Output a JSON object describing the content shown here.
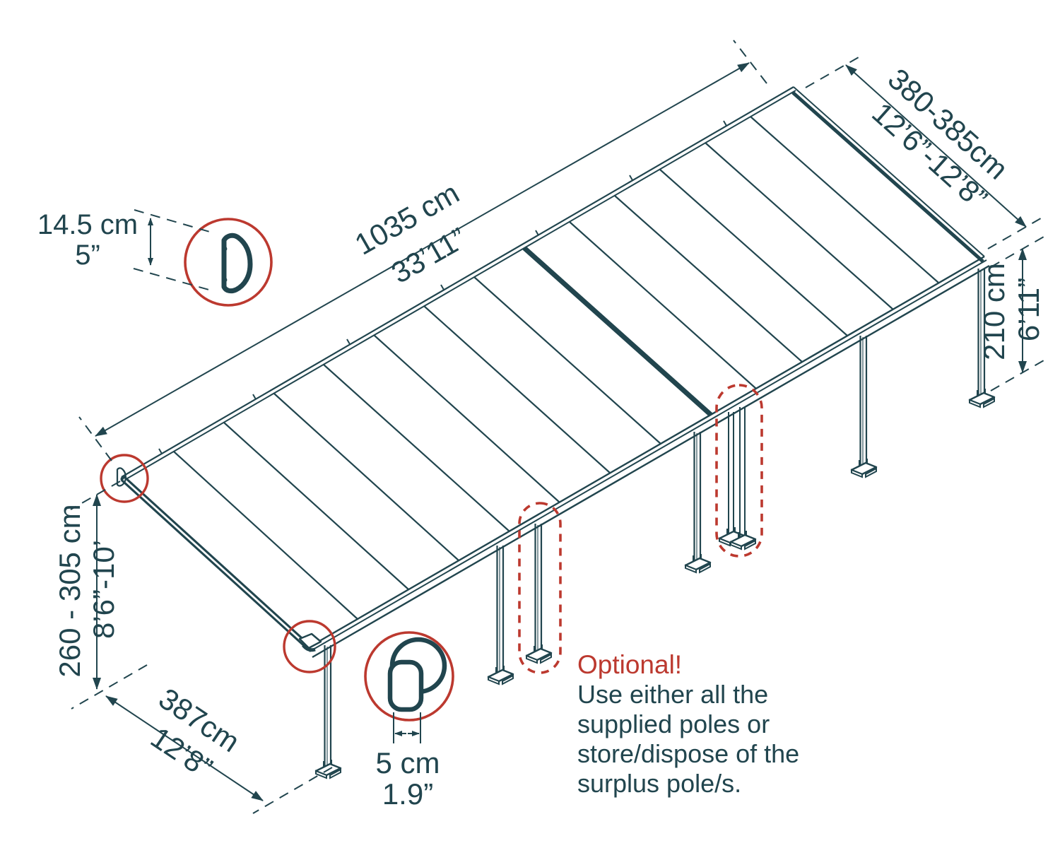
{
  "colors": {
    "ink": "#21454e",
    "red": "#bc392f"
  },
  "dimensions": {
    "length": {
      "metric": "1035 cm",
      "imperial": "33’11”"
    },
    "width": {
      "metric": "380-385cm",
      "imperial": "12’6”-12’8”"
    },
    "post_height": {
      "metric": "210 cm",
      "imperial": "6’11”"
    },
    "wall_height": {
      "metric": "260 - 305 cm",
      "imperial": "8’6”-10’"
    },
    "projection": {
      "metric": "387cm",
      "imperial": "12’8”"
    },
    "wall_profile": {
      "metric": "14.5 cm",
      "imperial": "5”"
    },
    "pole_width": {
      "metric": "5 cm",
      "imperial": "1.9”"
    }
  },
  "note": {
    "title": "Optional!",
    "body_lines": [
      "Use either all the",
      "supplied poles or",
      "store/dispose of the",
      "surplus pole/s."
    ]
  }
}
